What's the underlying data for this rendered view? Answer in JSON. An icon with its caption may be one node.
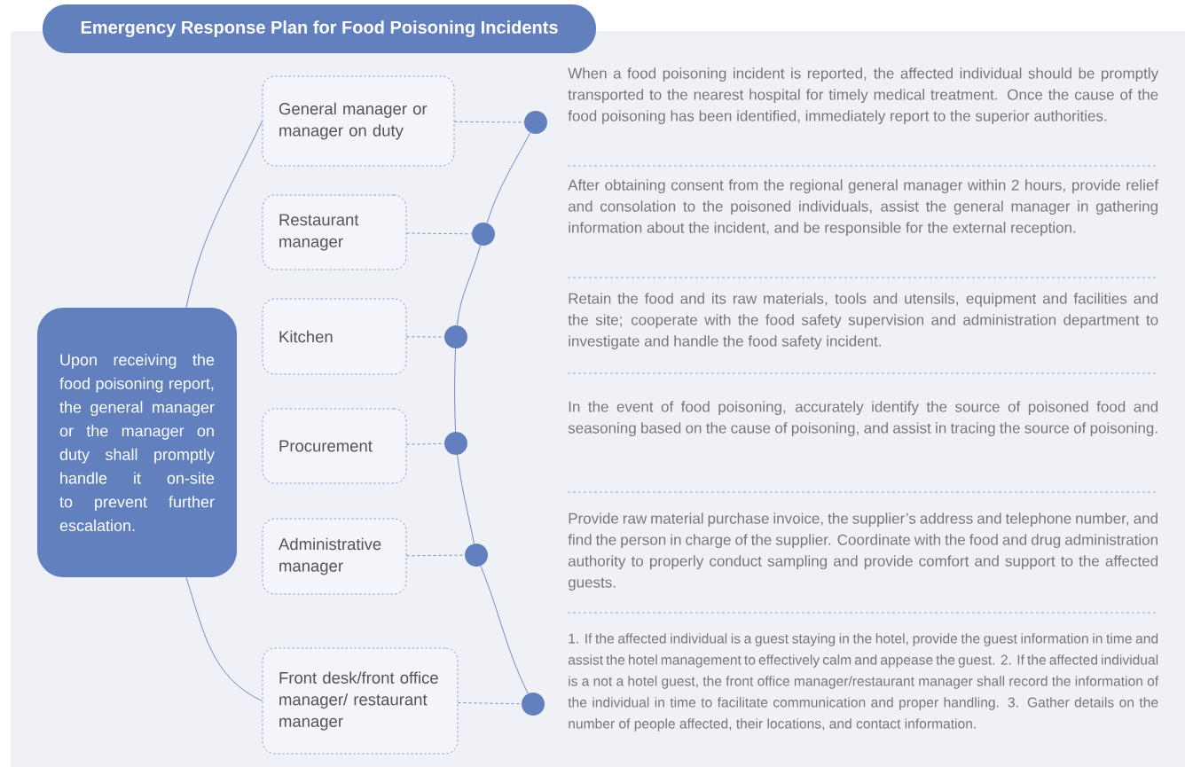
{
  "diagram": {
    "title": "Emergency Response Plan for Food Poisoning Incidents",
    "nodes": [
      {
        "text": [
          "Upon receiving the food poisoning report, the general manager or the manager on duty shall promptly handle it on-site to prevent further escalation."
        ]
      },
      {
        "text": [
          "General manager or manager on duty"
        ]
      },
      {
        "text": [
          "Restaurant manager"
        ]
      },
      {
        "text": [
          "Kitchen"
        ]
      },
      {
        "text": [
          "Procurement"
        ]
      },
      {
        "text": [
          "Administrative manager"
        ]
      },
      {
        "text": [
          "Front desk/front office manager/ restaurant manager"
        ]
      },
      {
        "text": [],
        "shape": "circle"
      },
      {
        "text": [],
        "shape": "circle"
      },
      {
        "text": [],
        "shape": "circle"
      },
      {
        "text": [],
        "shape": "circle"
      },
      {
        "text": [],
        "shape": "circle"
      },
      {
        "text": [],
        "shape": "circle"
      }
    ],
    "edges": [
      {
        "from": 0,
        "to": 1,
        "arrow": "none"
      },
      {
        "from": 0,
        "to": 6,
        "arrow": "none"
      },
      {
        "from": 1,
        "to": 7,
        "arrow": "none",
        "style": "dashed"
      },
      {
        "from": 2,
        "to": 8,
        "arrow": "none",
        "style": "dashed"
      },
      {
        "from": 3,
        "to": 9,
        "arrow": "none",
        "style": "dashed"
      },
      {
        "from": 4,
        "to": 10,
        "arrow": "none",
        "style": "dashed"
      },
      {
        "from": 5,
        "to": 11,
        "arrow": "none",
        "style": "dashed"
      },
      {
        "from": 6,
        "to": 12,
        "arrow": "none",
        "style": "dashed"
      },
      {
        "from": 7,
        "to": 8,
        "arrow": "none"
      },
      {
        "from": 8,
        "to": 9,
        "arrow": "none"
      },
      {
        "from": 9,
        "to": 10,
        "arrow": "none"
      },
      {
        "from": 10,
        "to": 11,
        "arrow": "none"
      },
      {
        "from": 11,
        "to": 12,
        "arrow": "none"
      }
    ],
    "labels": [
      "When a food poisoning incident is reported, the affected individual should be promptly transported to the nearest hospital for timely medical treatment. Once the cause of the food poisoning has been identified, immediately report to the superior authorities.",
      "After obtaining consent from the regional general manager within 2 hours, provide relief and consolation to the poisoned individuals, assist the general manager in gathering information about the incident, and be responsible for the external reception.",
      "Retain the food and its raw materials, tools and utensils, equipment and facilities and the site; cooperate with the food safety supervision and administration department to investigate and handle the food safety incident.",
      "In the event of food poisoning, accurately identify the source of poisoned food and seasoning based on the cause of poisoning, and assist in tracing the source of poisoning.",
      "Provide raw material purchase invoice, the supplier’s address and telephone number, and find the person in charge of the supplier. Coordinate with the food and drug administration authority to properly conduct sampling and provide comfort and support to the affected guests.",
      "1. If the affected individual is a guest staying in the hotel, provide the guest information in time and assist the hotel management to effectively calm and appease the guest. 2. If the affected individual is a not a hotel guest, the front office manager/restaurant manager shall record the information of the individual in time to facilitate communication and proper handling. 3. Gather details on the number of people affected, their locations, and contact information."
    ]
  }
}
